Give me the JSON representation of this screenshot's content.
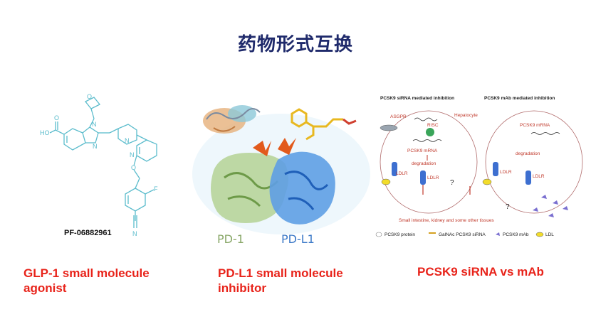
{
  "slide": {
    "title": "药物形式互换"
  },
  "panels": [
    {
      "caption": "GLP-1 small molecule agonist",
      "compound_label": "PF-06882961",
      "atom_labels": {
        "oh": "HO",
        "o_acid": "O",
        "n1": "N",
        "n2": "N",
        "n3": "N",
        "n4": "N",
        "o_ring": "O",
        "o_ether": "O",
        "f": "F",
        "cn": "N"
      }
    },
    {
      "caption": "PD-L1 small molecule inhibitor",
      "label_left": "PD-1",
      "label_right": "PD-L1"
    },
    {
      "caption": "PCSK9 siRNA vs mAb",
      "left_title": "PCSK9 siRNA mediated inhibition",
      "right_title": "PCSK9 mAb mediated inhibition",
      "hepatocyte": "Hepatocyte",
      "asgpr": "ASGPR",
      "risc": "RISC",
      "mrna_left": "PCSK9 mRNA",
      "degradation_left": "degradation",
      "ldlr_1": "LDLR",
      "ldlr_2": "LDLR",
      "mrna_right": "PCSK9 mRNA",
      "degradation_right": "degradation",
      "ldlr_3": "LDLR",
      "ldlr_4": "LDLR",
      "question_1": "?",
      "question_2": "?",
      "tissues": "Small intestine, kidney and some other tissues",
      "legend": [
        "PCSK9 protein",
        "GalNAc PCSK9 siRNA",
        "PCSK9 mAb",
        "LDL"
      ]
    }
  ],
  "colors": {
    "title": "#1f2a6b",
    "caption": "#e8231a",
    "molecule": "#5bbccc",
    "pd1": "#9cc07a",
    "pdl1": "#3d82d8",
    "arrow": "#d7322a"
  }
}
